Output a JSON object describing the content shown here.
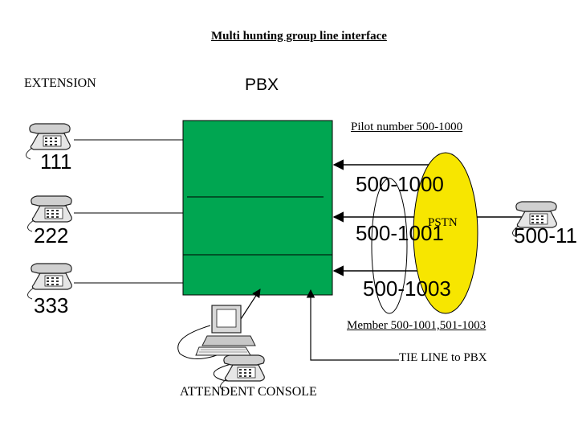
{
  "title": "Multi hunting group line interface",
  "labels": {
    "extension": "EXTENSION",
    "pbx": "PBX",
    "pilot_number": "Pilot number 500-1000",
    "member": "Member 500-1001,501-1003",
    "tie_line": "TIE  LINE to PBX",
    "attendant_console": "ATTENDENT CONSOLE",
    "pstn": "PSTN"
  },
  "extensions": [
    "111",
    "222",
    "333"
  ],
  "trunk_numbers": [
    "500-1000",
    "500-1001",
    "500-1003"
  ],
  "remote_extension": "500-11",
  "colors": {
    "pbx_box": "#00a651",
    "pstn_ellipse": "#f7e600",
    "line": "#000000"
  },
  "icons": [
    "telephone-icon",
    "computer-console-icon"
  ]
}
